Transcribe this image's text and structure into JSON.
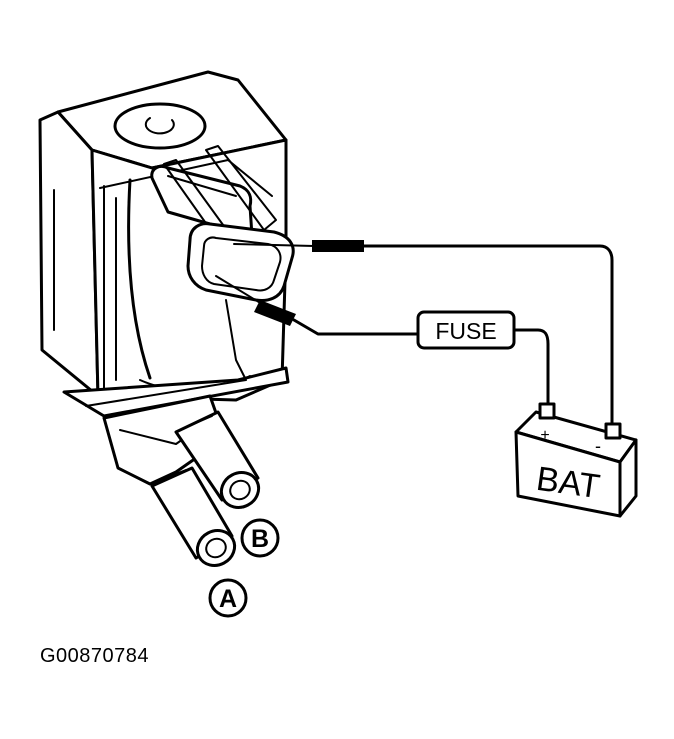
{
  "labels": {
    "fuse": "FUSE",
    "battery": "BAT",
    "battery_positive": "+",
    "battery_negative": "-",
    "port_a": "A",
    "port_b": "B"
  },
  "figure_id": "G00870784"
}
